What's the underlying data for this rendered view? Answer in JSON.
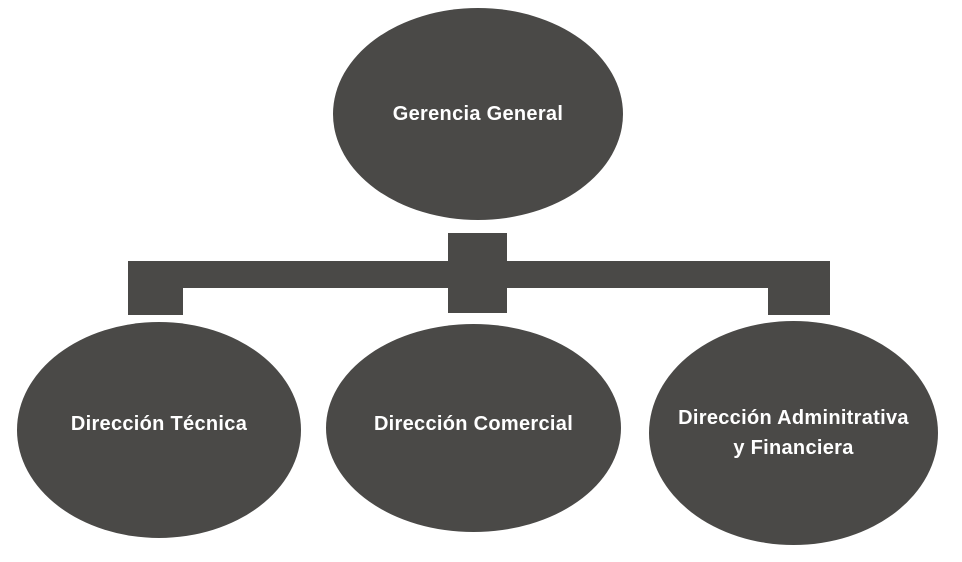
{
  "org_chart": {
    "type": "org-hierarchy",
    "root": {
      "label": "Gerencia General"
    },
    "children": [
      {
        "label": "Dirección Técnica"
      },
      {
        "label": "Dirección Comercial"
      },
      {
        "label": "Dirección Adminitrativa",
        "label2": "y Financiera"
      }
    ],
    "colors": {
      "node_fill": "#4a4947",
      "node_text": "#ffffff",
      "connector": "#4a4947",
      "background": "#ffffff"
    }
  }
}
